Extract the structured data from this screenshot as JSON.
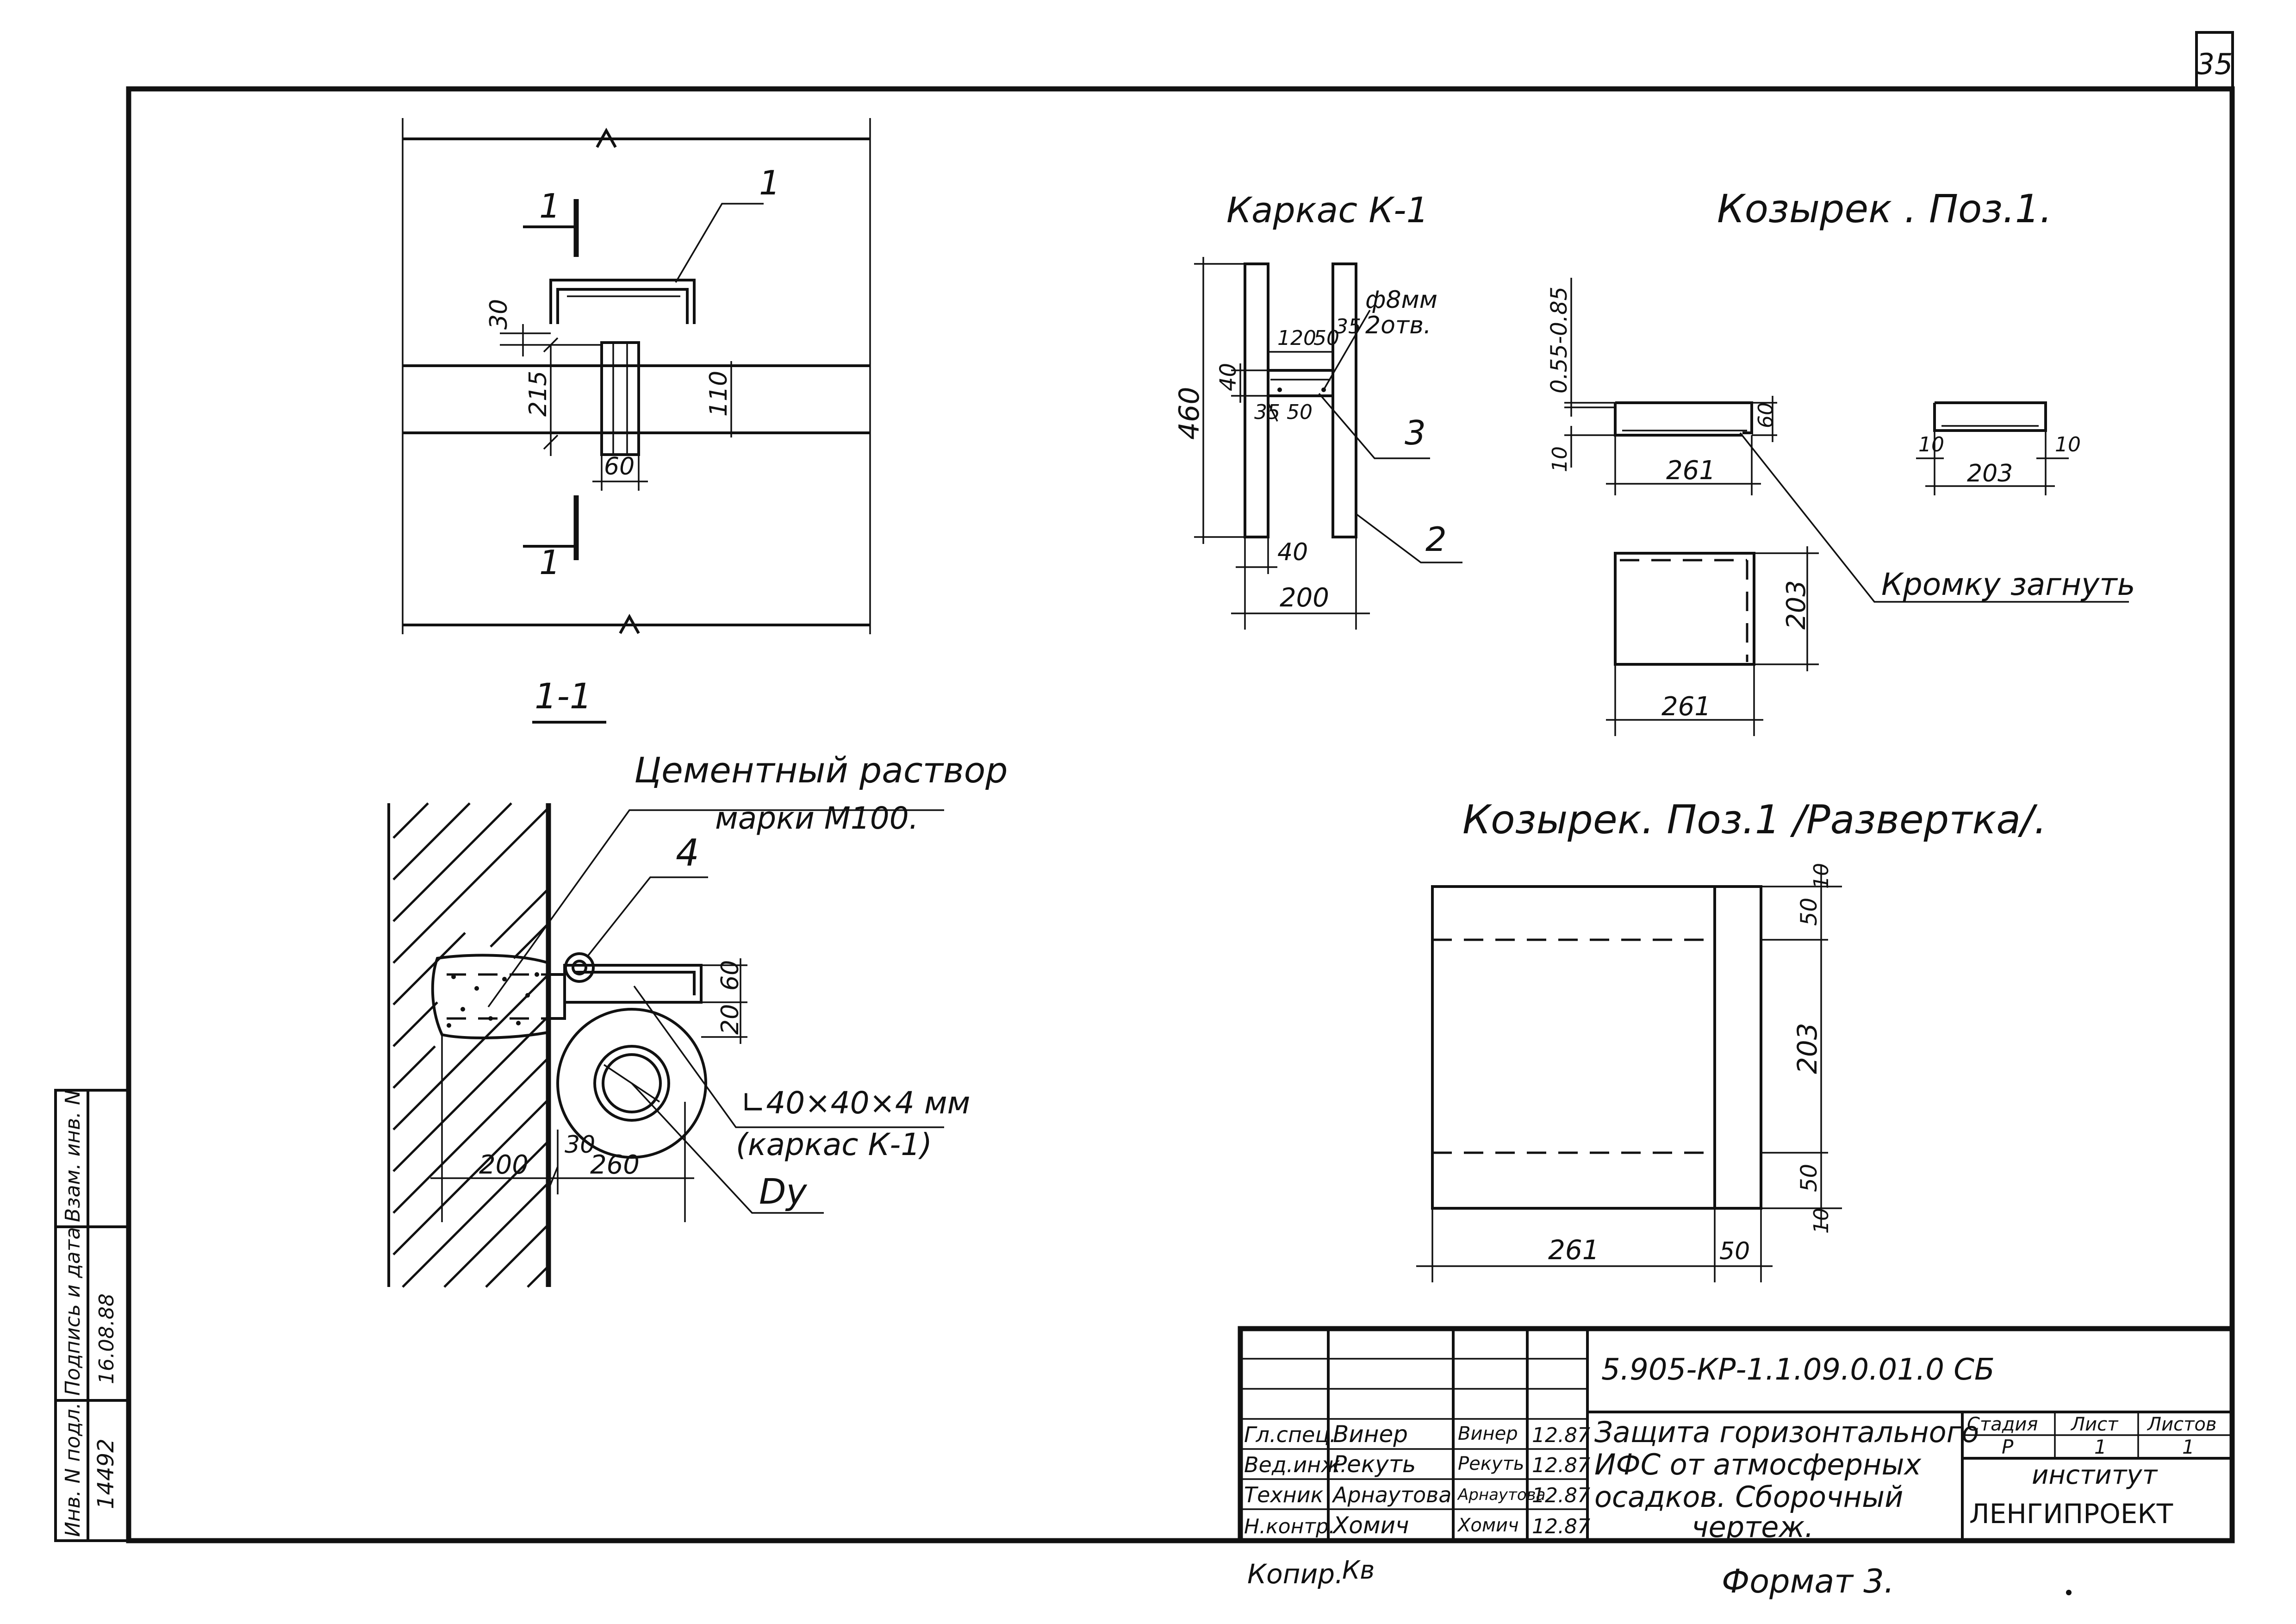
{
  "sheet_number": "35",
  "views": {
    "plan": {
      "section_mark": "1",
      "section_mark_lower": "1",
      "callout_1": "1",
      "dims": {
        "d30": "30",
        "d215": "215",
        "d110": "110",
        "d60": "60"
      }
    },
    "section": {
      "title": "1-1",
      "mortar_line1": "Цементный раствор",
      "mortar_line2": "марки М100.",
      "callout_4": "4",
      "angle_line1": "∟40×40×4 мм",
      "angle_line2": "(каркас К-1)",
      "pipe_label": "Dу",
      "dims": {
        "d200": "200",
        "d30": "30",
        "d260": "260",
        "d20": "20",
        "d60": "60"
      }
    },
    "frame": {
      "title": "Каркас К-1",
      "hole_line1": "ф8мм",
      "hole_line2": "2отв.",
      "callout_3": "3",
      "callout_2": "2",
      "dims": {
        "d460": "460",
        "d40a": "40",
        "d120": "120",
        "d50a": "50",
        "d35a": "35",
        "d35b": "35",
        "d50b": "50",
        "d40b": "40",
        "d200": "200"
      }
    },
    "visor": {
      "title": "Козырек . Поз.1.",
      "thickness": "0.55-0.85",
      "note": "Кромку загнуть",
      "dims": {
        "d10a": "10",
        "d60": "60",
        "d261a": "261",
        "d10b": "10",
        "d10c": "10",
        "d203a": "203",
        "d203b": "203",
        "d261b": "261"
      }
    },
    "unfolded": {
      "title": "Козырек. Поз.1 /Развертка/.",
      "dims": {
        "d10a": "10",
        "d50a": "50",
        "d203": "203",
        "d50b": "50",
        "d10b": "10",
        "d261": "261",
        "d50c": "50"
      }
    }
  },
  "stamp": {
    "inv_label": "Инв. N подл.",
    "signdate_label": "Подпись и дата",
    "replace_label": "Взам. инв. N",
    "inv_value": "14492",
    "date_value": "16.08.88",
    "code": "5.905-КР-1.1.09.0.01.0 СБ",
    "rows": [
      {
        "role": "Гл.спец.",
        "name": "Винер",
        "signature": "Винер",
        "date": "12.87"
      },
      {
        "role": "Вед.инж.",
        "name": "Рекуть",
        "signature": "Рекуть",
        "date": "12.87"
      },
      {
        "role": "Техник",
        "name": "Арнаутова",
        "signature": "Арнаутова",
        "date": "12.87"
      },
      {
        "role": "Н.контр.",
        "name": "Хомич",
        "signature": "Хомич",
        "date": "12.87"
      }
    ],
    "title_lines": [
      "Защита горизонтального",
      "ИФС от атмосферных",
      "осадков. Сборочный",
      "чертеж."
    ],
    "stage_label": "Стадия",
    "sheet_label": "Лист",
    "sheets_label": "Листов",
    "stage_value": "Р",
    "sheet_value": "1",
    "sheets_value": "1",
    "org_line1": "институт",
    "org_line2": "ЛЕНГИПРОЕКТ",
    "copied_label": "Копир.",
    "copied_sign": "Кв",
    "format_label": "Формат 3."
  }
}
